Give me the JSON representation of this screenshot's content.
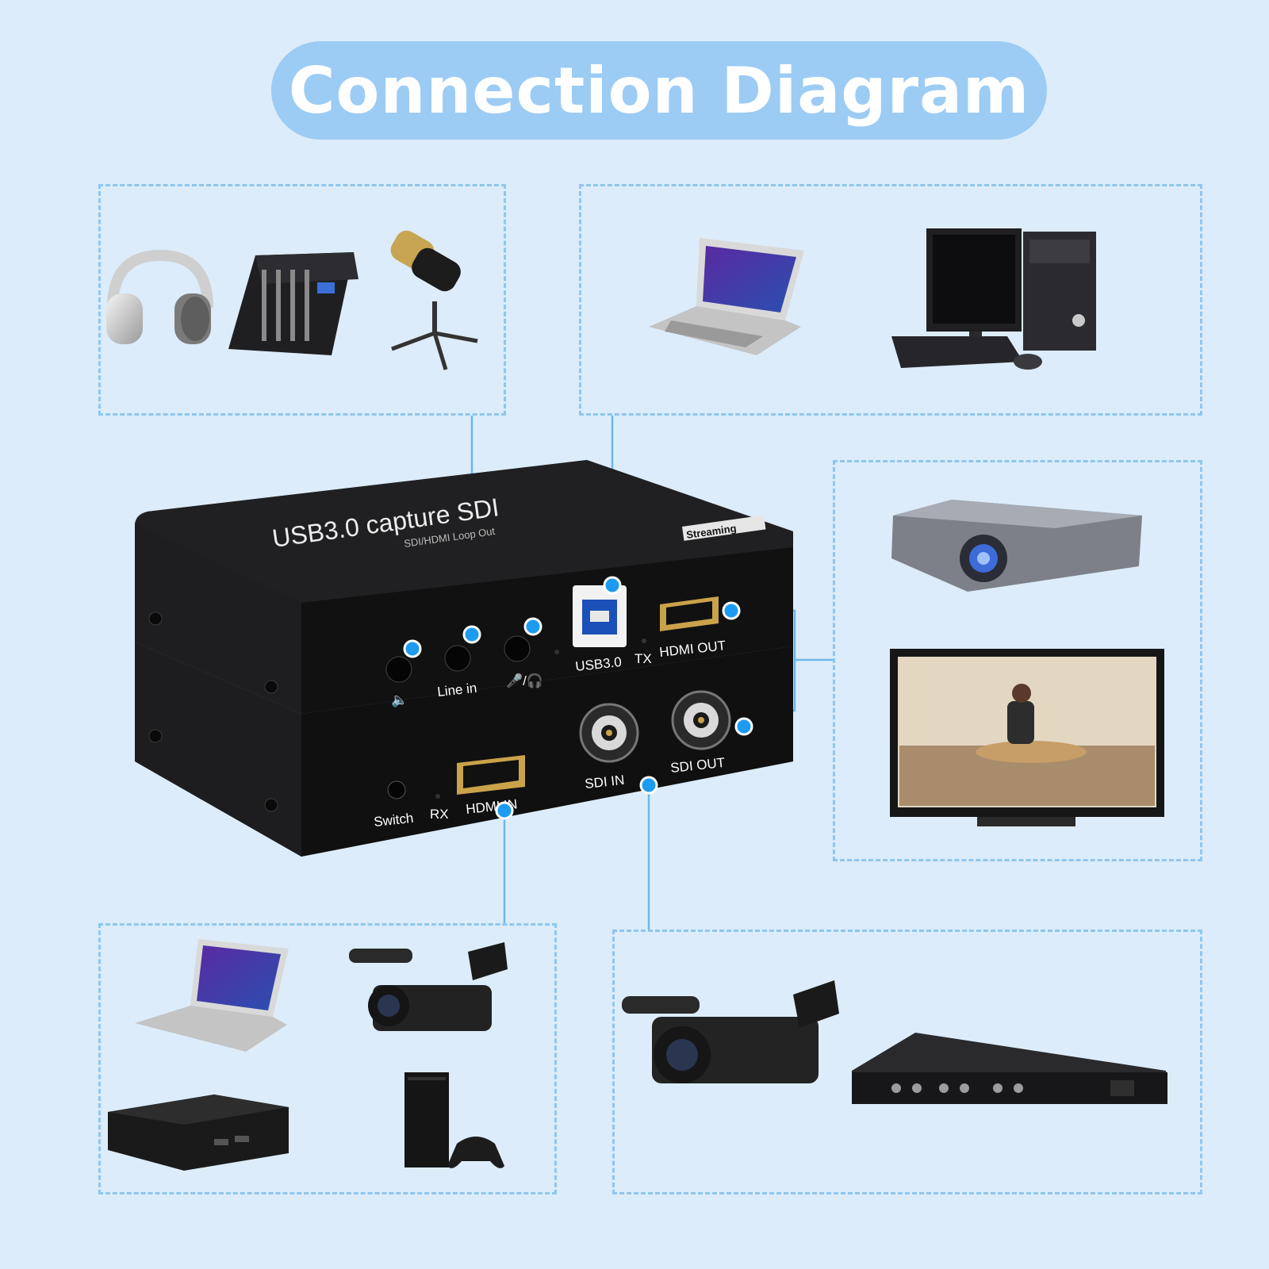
{
  "title": "Connection Diagram",
  "device": {
    "brand_main": "USB3.0 capture SDI",
    "brand_sub": "SDI/HDMI Loop Out",
    "badge": "Streaming",
    "ports_top": {
      "line_in": "Line in",
      "usb": "USB3.0",
      "tx": "TX",
      "hdmi_out": "HDMI OUT"
    },
    "ports_bottom": {
      "switch": "Switch",
      "rx": "RX",
      "hdmi_in": "HDMI IN",
      "sdi_in": "SDI IN",
      "sdi_out": "SDI OUT"
    }
  },
  "groups": {
    "audio": [
      "headphones-icon",
      "audio-mixer-icon",
      "microphone-icon"
    ],
    "pc": [
      "laptop-icon",
      "desktop-computer-icon"
    ],
    "display": [
      "projector-icon",
      "tv-icon"
    ],
    "hdmi_sources": [
      "laptop-icon",
      "camcorder-icon",
      "set-top-box-icon",
      "game-console-icon"
    ],
    "sdi_sources": [
      "camcorder-icon",
      "rack-encoder-icon"
    ]
  },
  "colors": {
    "background": "#dcecfa",
    "pill": "#9cccf4",
    "accent_dot": "#1d9bf0",
    "dashed_border": "#8fc6f0",
    "device_body": "#1b1b1d"
  }
}
